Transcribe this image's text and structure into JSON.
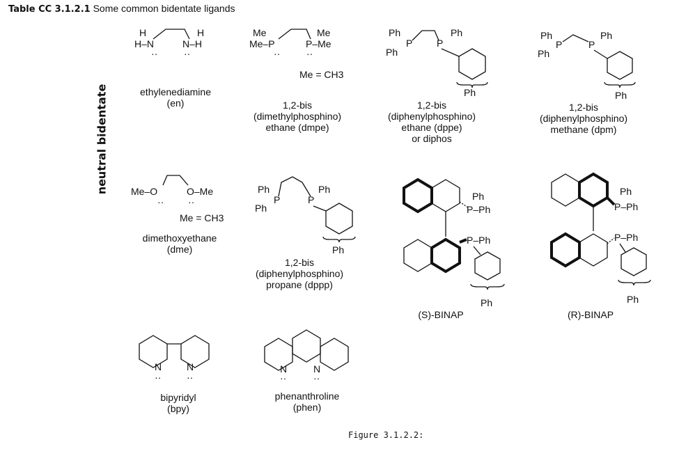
{
  "caption": {
    "bold": "Table CC 3.1.2.1",
    "text": "Some common bidentate ligands"
  },
  "side_label": "neutral bidentate",
  "figure_label": "Figure 3.1.2.2:",
  "ligands": {
    "en": {
      "line1": "ethylenediamine",
      "line2": "(en)"
    },
    "dmpe": {
      "line1": "1,2-bis",
      "line2": "(dimethylphosphino)",
      "line3": "ethane (dmpe)",
      "note": "Me = CH3"
    },
    "dppe": {
      "line1": "1,2-bis",
      "line2": "(diphenylphosphino)",
      "line3": "ethane (dppe)",
      "line4": "or diphos"
    },
    "dpm": {
      "line1": "1,2-bis",
      "line2": "(diphenylphosphino)",
      "line3": "methane (dpm)"
    },
    "dme": {
      "line1": "dimethoxyethane",
      "line2": "(dme)",
      "note": "Me = CH3"
    },
    "dppp": {
      "line1": "1,2-bis",
      "line2": "(diphenylphosphino)",
      "line3": "propane (dppp)"
    },
    "sbinap": {
      "label": "(S)-BINAP"
    },
    "rbinap": {
      "label": "(R)-BINAP"
    },
    "bpy": {
      "line1": "bipyridyl",
      "line2": "(bpy)"
    },
    "phen": {
      "line1": "phenanthroline",
      "line2": "(phen)"
    }
  },
  "atoms": {
    "H": "H",
    "HN": "H–N",
    "NH": "N–H",
    "Me": "Me",
    "MeP": "Me–P",
    "PMe": "P–Me",
    "Ph": "Ph",
    "P": "P",
    "MeO": "Me–O",
    "OMe": "O–Me",
    "PPh": "P–Ph",
    "N": "N"
  }
}
